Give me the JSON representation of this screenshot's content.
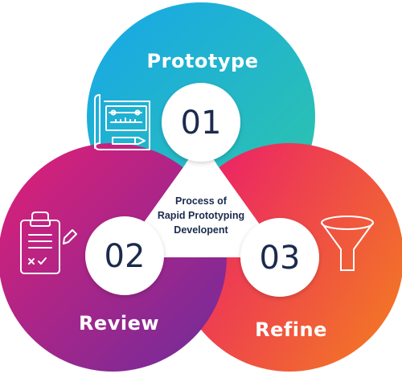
{
  "steps": [
    {
      "number": "01",
      "title": "Prototype",
      "icon": "blueprint-icon"
    },
    {
      "number": "02",
      "title": "Review",
      "icon": "clipboard-checklist-icon"
    },
    {
      "number": "03",
      "title": "Refine",
      "icon": "funnel-icon"
    }
  ],
  "center": {
    "lines": [
      "Process of",
      "Rapid Prototyping",
      "Developent"
    ]
  },
  "colors": {
    "prototype": [
      "#1fb0e8",
      "#2ec4a8"
    ],
    "review": [
      "#e0237a",
      "#7a2a9b"
    ],
    "refine": [
      "#e8186e",
      "#f06a2a"
    ],
    "number_text": "#1b2a4e"
  }
}
